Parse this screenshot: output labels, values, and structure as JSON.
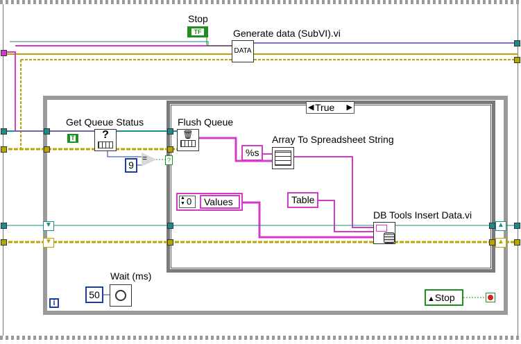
{
  "labels": {
    "stop": "Stop",
    "generate_data": "Generate data (SubVI).vi",
    "generate_data_icon": "DATA",
    "get_queue_status": "Get Queue Status",
    "flush_queue": "Flush Queue",
    "array_to_spreadsheet": "Array To Spreadsheet String",
    "db_tools_insert": "DB Tools Insert Data.vi",
    "wait_ms": "Wait (ms)"
  },
  "case_selector": {
    "value": "True"
  },
  "constants": {
    "stop_bool": "TF",
    "true_const": "T",
    "nine": "9",
    "format_string": "%s",
    "array_index": "0",
    "values": "Values",
    "table": "Table",
    "wait_value": "50",
    "stop_terminal": "Stop",
    "info": "i"
  },
  "colors": {
    "boolean_green": "#1f8f1f",
    "string_pink": "#d43ac8",
    "numeric_blue": "#1a3ca8",
    "error_cluster": "#b8a300",
    "reference_teal": "#1a8a8a",
    "loop_gray": "#8a8a8a"
  }
}
